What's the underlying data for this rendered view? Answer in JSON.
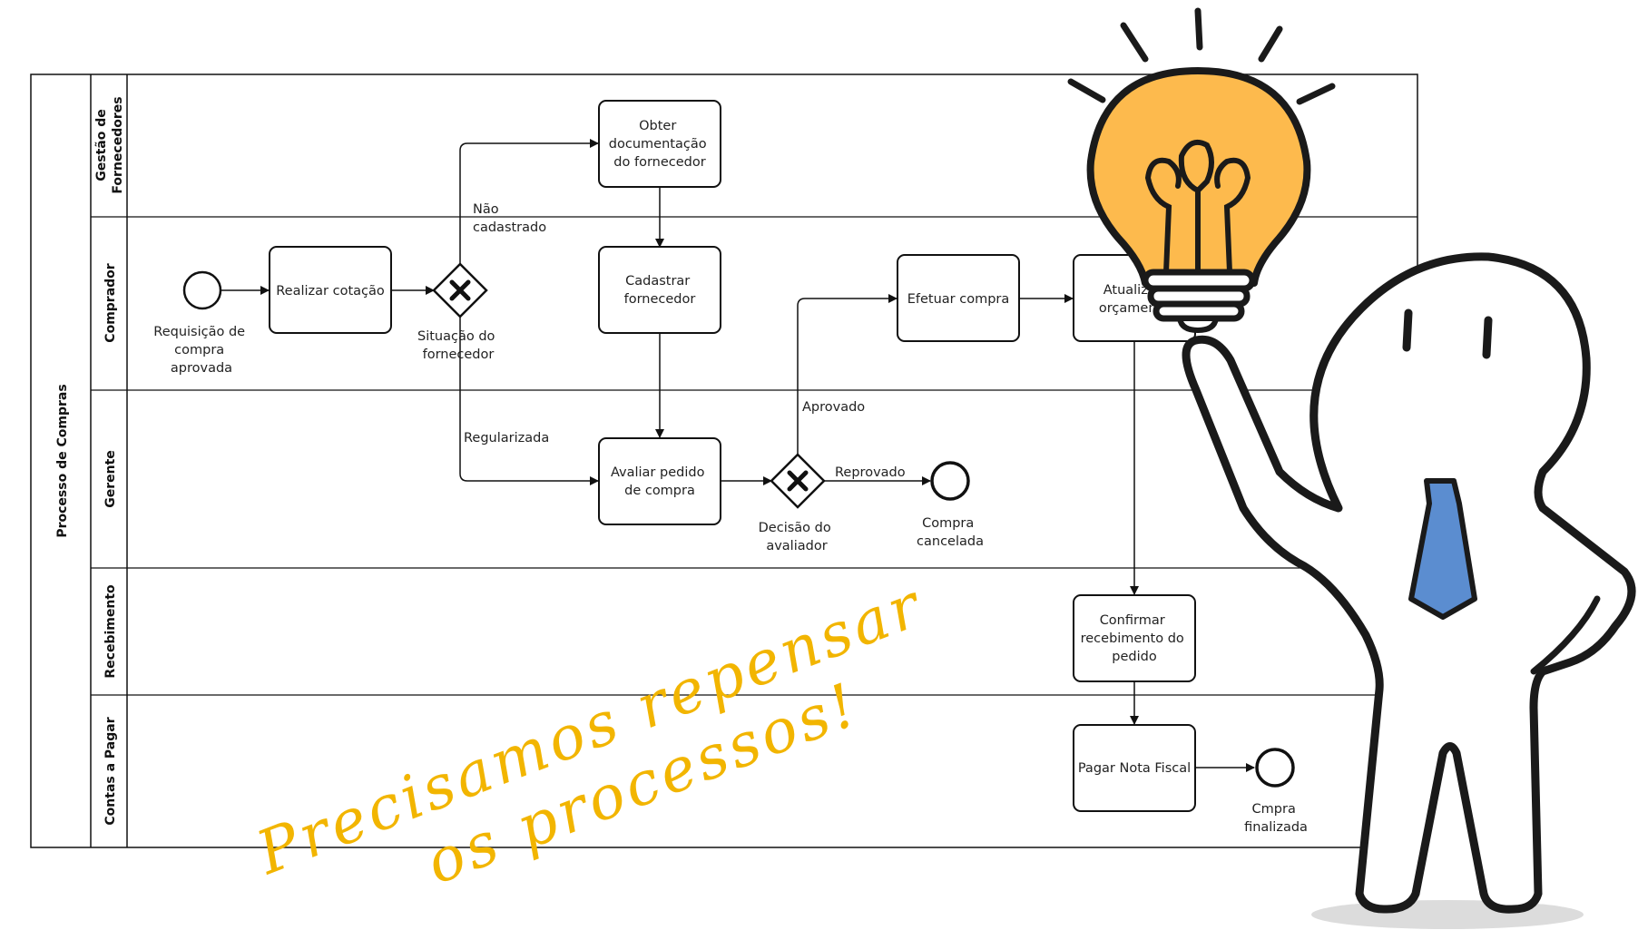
{
  "pool": {
    "title": "Processo de Compras"
  },
  "lanes": {
    "gestao": [
      "Gestão de",
      "Fornecedores"
    ],
    "comprador": "Comprador",
    "gerente": "Gerente",
    "recebimento": "Recebimento",
    "contas": "Contas a Pagar"
  },
  "events": {
    "start": [
      "Requisição de",
      "compra",
      "aprovada"
    ],
    "cancel": [
      "Compra",
      "cancelada"
    ],
    "end": [
      "Cmpra",
      "finalizada"
    ]
  },
  "tasks": {
    "cotacao": [
      "Realizar cotação"
    ],
    "obter_doc": [
      "Obter",
      "documentação",
      "do fornecedor"
    ],
    "cadastrar": [
      "Cadastrar",
      "fornecedor"
    ],
    "avaliar": [
      "Avaliar pedido",
      "de compra"
    ],
    "efetuar": [
      "Efetuar compra"
    ],
    "atualizar": [
      "Atualizar",
      "orçamento"
    ],
    "confirmar": [
      "Confirmar",
      "recebimento do",
      "pedido"
    ],
    "pagar": [
      "Pagar Nota Fiscal"
    ]
  },
  "gateways": {
    "situacao": [
      "Situação do",
      "fornecedor"
    ],
    "decisao": [
      "Decisão do",
      "avaliador"
    ]
  },
  "flow_labels": {
    "nao_cadastrado": [
      "Não",
      "cadastrado"
    ],
    "regularizada": "Regularizada",
    "aprovado": "Aprovado",
    "reprovado": "Reprovado"
  },
  "overlay": {
    "line1": "Precisamos repensar",
    "line2": "os processos!"
  },
  "colors": {
    "bulb": "#FDBA4D",
    "tie": "#5B8DD0",
    "handwriting": "#F2B500",
    "stroke": "#111111"
  }
}
